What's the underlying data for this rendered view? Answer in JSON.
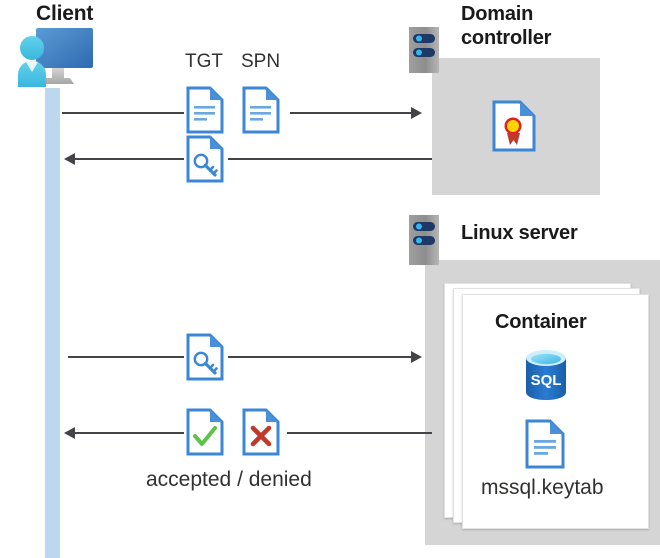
{
  "diagram": {
    "title_client": "Client",
    "title_domain_controller": "Domain\ncontroller",
    "title_domain_controller_line1": "Domain",
    "title_domain_controller_line2": "controller",
    "title_linux_server": "Linux server",
    "title_container": "Container",
    "label_tgt": "TGT",
    "label_spn": "SPN",
    "label_keytab": "mssql.keytab",
    "label_result": "accepted / denied",
    "icons": {
      "client": "user-monitor-icon",
      "server_rack": "server-rack-icon",
      "certificate": "certificate-document-icon",
      "ticket_tgt": "text-document-icon",
      "ticket_spn": "text-document-icon",
      "service_ticket": "key-document-icon",
      "accepted": "check-document-icon",
      "denied": "cross-document-icon",
      "sql": "sql-database-icon",
      "keytab": "text-document-icon"
    },
    "flows": [
      {
        "name": "client-to-dc-request",
        "direction": "right",
        "payload": "TGT + SPN"
      },
      {
        "name": "dc-to-client-ticket",
        "direction": "left",
        "payload": "service ticket"
      },
      {
        "name": "client-to-linux-auth",
        "direction": "right",
        "payload": "service ticket"
      },
      {
        "name": "linux-to-client-result",
        "direction": "left",
        "payload": "accepted / denied"
      }
    ],
    "colors": {
      "accent_blue": "#2a7bd4",
      "doc_fill": "#ffffff",
      "doc_stroke": "#3b87d6",
      "fold_blue": "#4a90d9",
      "lifeline": "#bdd7f0",
      "zone_gray": "#d5d5d5",
      "rack_gray": "#9a9a9a",
      "rack_bar": "#1f3864",
      "rack_dot": "#35b6ef",
      "line_dark": "#444348",
      "check_green": "#5fc24a",
      "cross_red": "#c0392b",
      "cert_gold": "#ffd400",
      "cert_ribbon": "#c0392b",
      "sql_blue": "#1f6fc4",
      "text_dark": "#1a1a1a"
    }
  }
}
